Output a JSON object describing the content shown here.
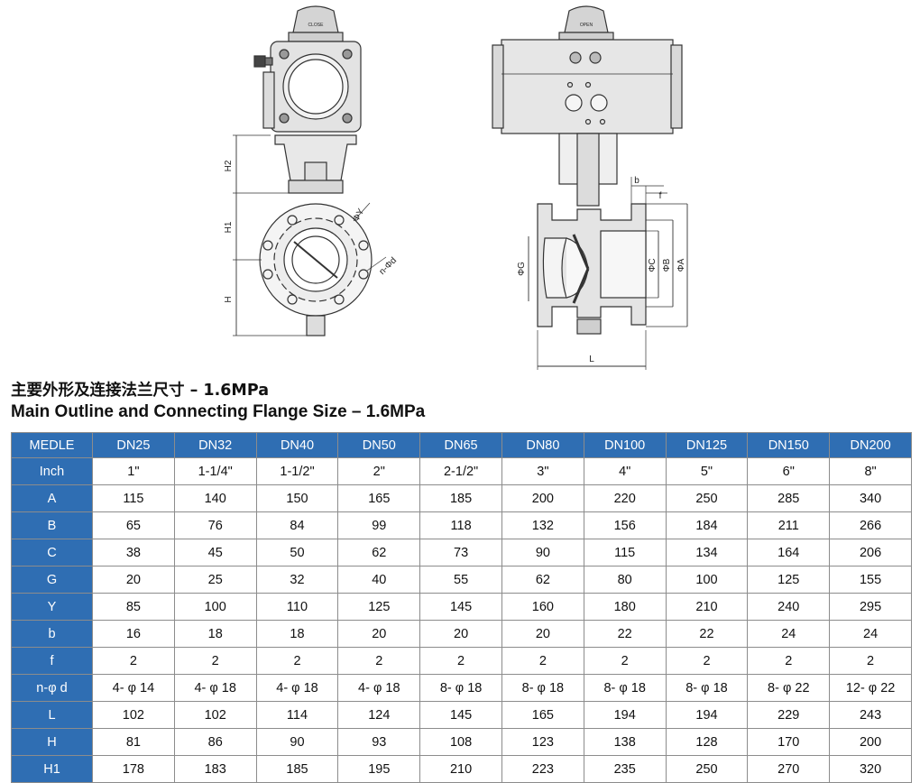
{
  "drawing": {
    "left_view": {
      "indicator_text": "CLOSE",
      "dims": {
        "h2": "H2",
        "h1": "H1",
        "h": "H",
        "y": "ΦY",
        "nd": "n-Φd"
      }
    },
    "right_view": {
      "indicator_text": "OPEN",
      "dims": {
        "b": "b",
        "f": "f",
        "g": "ΦG",
        "c": "ΦC",
        "bb": "ΦB",
        "a": "ΦA",
        "l": "L"
      }
    }
  },
  "title": {
    "cn": "主要外形及连接法兰尺寸 – 1.6MPa",
    "en": "Main Outline and Connecting Flange Size – 1.6MPa"
  },
  "table": {
    "header": [
      "MEDLE",
      "DN25",
      "DN32",
      "DN40",
      "DN50",
      "DN65",
      "DN80",
      "DN100",
      "DN125",
      "DN150",
      "DN200"
    ],
    "rows": [
      {
        "label": "Inch",
        "values": [
          "1\"",
          "1-1/4\"",
          "1-1/2\"",
          "2\"",
          "2-1/2\"",
          "3\"",
          "4\"",
          "5\"",
          "6\"",
          "8\""
        ]
      },
      {
        "label": "A",
        "values": [
          "115",
          "140",
          "150",
          "165",
          "185",
          "200",
          "220",
          "250",
          "285",
          "340"
        ]
      },
      {
        "label": "B",
        "values": [
          "65",
          "76",
          "84",
          "99",
          "118",
          "132",
          "156",
          "184",
          "211",
          "266"
        ]
      },
      {
        "label": "C",
        "values": [
          "38",
          "45",
          "50",
          "62",
          "73",
          "90",
          "115",
          "134",
          "164",
          "206"
        ]
      },
      {
        "label": "G",
        "values": [
          "20",
          "25",
          "32",
          "40",
          "55",
          "62",
          "80",
          "100",
          "125",
          "155"
        ]
      },
      {
        "label": "Y",
        "values": [
          "85",
          "100",
          "110",
          "125",
          "145",
          "160",
          "180",
          "210",
          "240",
          "295"
        ]
      },
      {
        "label": "b",
        "values": [
          "16",
          "18",
          "18",
          "20",
          "20",
          "20",
          "22",
          "22",
          "24",
          "24"
        ]
      },
      {
        "label": "f",
        "values": [
          "2",
          "2",
          "2",
          "2",
          "2",
          "2",
          "2",
          "2",
          "2",
          "2"
        ]
      },
      {
        "label": "n-φ d",
        "values": [
          "4- φ 14",
          "4- φ 18",
          "4- φ 18",
          "4- φ 18",
          "8- φ 18",
          "8- φ 18",
          "8- φ 18",
          "8- φ 18",
          "8- φ 22",
          "12- φ 22"
        ]
      },
      {
        "label": "L",
        "values": [
          "102",
          "102",
          "114",
          "124",
          "145",
          "165",
          "194",
          "194",
          "229",
          "243"
        ]
      },
      {
        "label": "H",
        "values": [
          "81",
          "86",
          "90",
          "93",
          "108",
          "123",
          "138",
          "128",
          "170",
          "200"
        ]
      },
      {
        "label": "H1",
        "values": [
          "178",
          "183",
          "185",
          "195",
          "210",
          "223",
          "235",
          "250",
          "270",
          "320"
        ]
      }
    ]
  }
}
